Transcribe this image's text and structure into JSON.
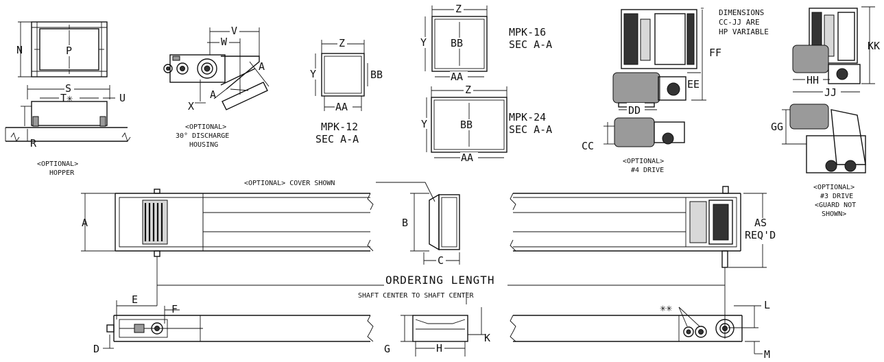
{
  "views": {
    "hopper": {
      "labels": {
        "n": "N",
        "p": "P",
        "s": "S",
        "t": "T✳",
        "u": "U",
        "r": "R"
      },
      "caption": [
        "<OPTIONAL>",
        "HOPPER"
      ]
    },
    "discharge": {
      "labels": {
        "v": "V",
        "w": "W",
        "a1": "A",
        "a2": "A",
        "x": "X"
      },
      "caption": [
        "<OPTIONAL>",
        "30° DISCHARGE",
        "HOUSING"
      ]
    },
    "mpk12": {
      "labels": {
        "z": "Z",
        "y": "Y",
        "bb": "BB",
        "aa": "AA"
      },
      "caption": [
        "MPK-12",
        "SEC A-A"
      ]
    },
    "mpk16": {
      "labels": {
        "z": "Z",
        "y": "Y",
        "bb": "BB",
        "aa": "AA"
      },
      "caption": [
        "MPK-16",
        "SEC A-A"
      ]
    },
    "mpk24": {
      "labels": {
        "z": "Z",
        "y": "Y",
        "bb": "BB",
        "aa": "AA"
      },
      "caption": [
        "MPK-24",
        "SEC A-A"
      ]
    },
    "drive4": {
      "labels": {
        "ff": "FF",
        "ee": "EE",
        "dd": "DD",
        "cc": "CC"
      },
      "caption": [
        "<OPTIONAL>",
        "#4 DRIVE"
      ]
    },
    "drive3": {
      "note": [
        "DIMENSIONS",
        "CC-JJ ARE",
        "HP VARIABLE"
      ],
      "labels": {
        "kk": "KK",
        "hh": "HH",
        "jj": "JJ",
        "gg": "GG"
      },
      "caption": [
        "<OPTIONAL>",
        "#3 DRIVE",
        "<GUARD NOT",
        "SHOWN>"
      ]
    },
    "plan": {
      "cover_note": "<OPTIONAL> COVER SHOWN",
      "labels": {
        "a": "A",
        "b": "B",
        "c": "C",
        "as": "AS",
        "reqd": "REQ'D"
      },
      "ordering": "ORDERING LENGTH",
      "shaft": "SHAFT CENTER TO SHAFT CENTER"
    },
    "elevation": {
      "labels": {
        "e": "E",
        "f": "F",
        "d": "D",
        "g": "G",
        "h": "H",
        "k": "K",
        "l": "L",
        "m": "M",
        "star": "✳✳"
      }
    }
  }
}
